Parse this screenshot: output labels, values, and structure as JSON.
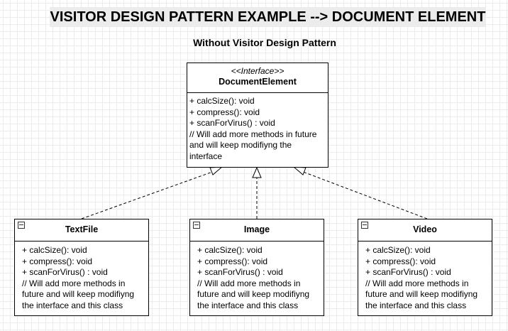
{
  "title": "VISITOR DESIGN PATTERN EXAMPLE --> DOCUMENT ELEMENT",
  "subtitle": "Without Visitor Design Pattern",
  "interface": {
    "stereotype": "<<Interface>>",
    "name": "DocumentElement",
    "members": [
      "+ calcSize(): void",
      "+ compress(): void",
      "+ scanForVirus() : void",
      "// Will add more methods in future",
      "and will keep modifiyng the",
      "interface"
    ]
  },
  "classes": [
    {
      "name": "TextFile",
      "members": [
        "+ calcSize(): void",
        "+ compress(): void",
        "+ scanForVirus() : void",
        "// Will add more methods in",
        "future and will keep modifiyng",
        "the interface and this class"
      ]
    },
    {
      "name": "Image",
      "members": [
        "+ calcSize(): void",
        "+ compress(): void",
        "+ scanForVirus() : void",
        "// Will add more methods in",
        "future and will keep modifiyng",
        "the interface and this class"
      ]
    },
    {
      "name": "Video",
      "members": [
        "+ calcSize(): void",
        "+ compress(): void",
        "+ scanForVirus() : void",
        "// Will add more methods in",
        "future and will keep modifiyng",
        "the interface and this class"
      ]
    }
  ]
}
